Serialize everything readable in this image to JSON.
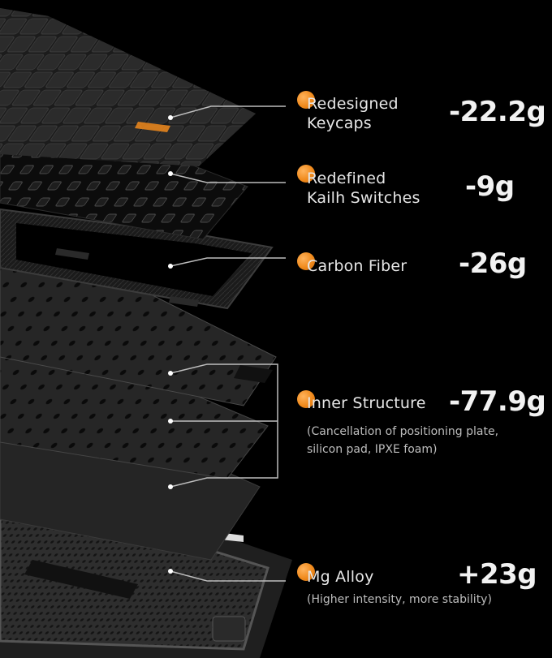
{
  "components": [
    {
      "label_lines": [
        "Redesigned",
        "Keycaps"
      ],
      "weight": "-22.2g",
      "note": ""
    },
    {
      "label_lines": [
        "Redefined",
        "Kailh Switches"
      ],
      "weight": "-9g",
      "note": ""
    },
    {
      "label_lines": [
        "Carbon Fiber"
      ],
      "weight": "-26g",
      "note": ""
    },
    {
      "label_lines": [
        "Inner Structure"
      ],
      "weight": "-77.9g",
      "note_lines": [
        "(Cancellation of positioning plate,",
        "silicon pad, IPXE foam)"
      ]
    },
    {
      "label_lines": [
        "Mg Alloy"
      ],
      "weight": "+23g",
      "note_lines": [
        "(Higher intensity, more stability)"
      ]
    }
  ],
  "colors": {
    "background": "#000000",
    "accent": "#f08a1c",
    "text": "#e6e6e6"
  }
}
